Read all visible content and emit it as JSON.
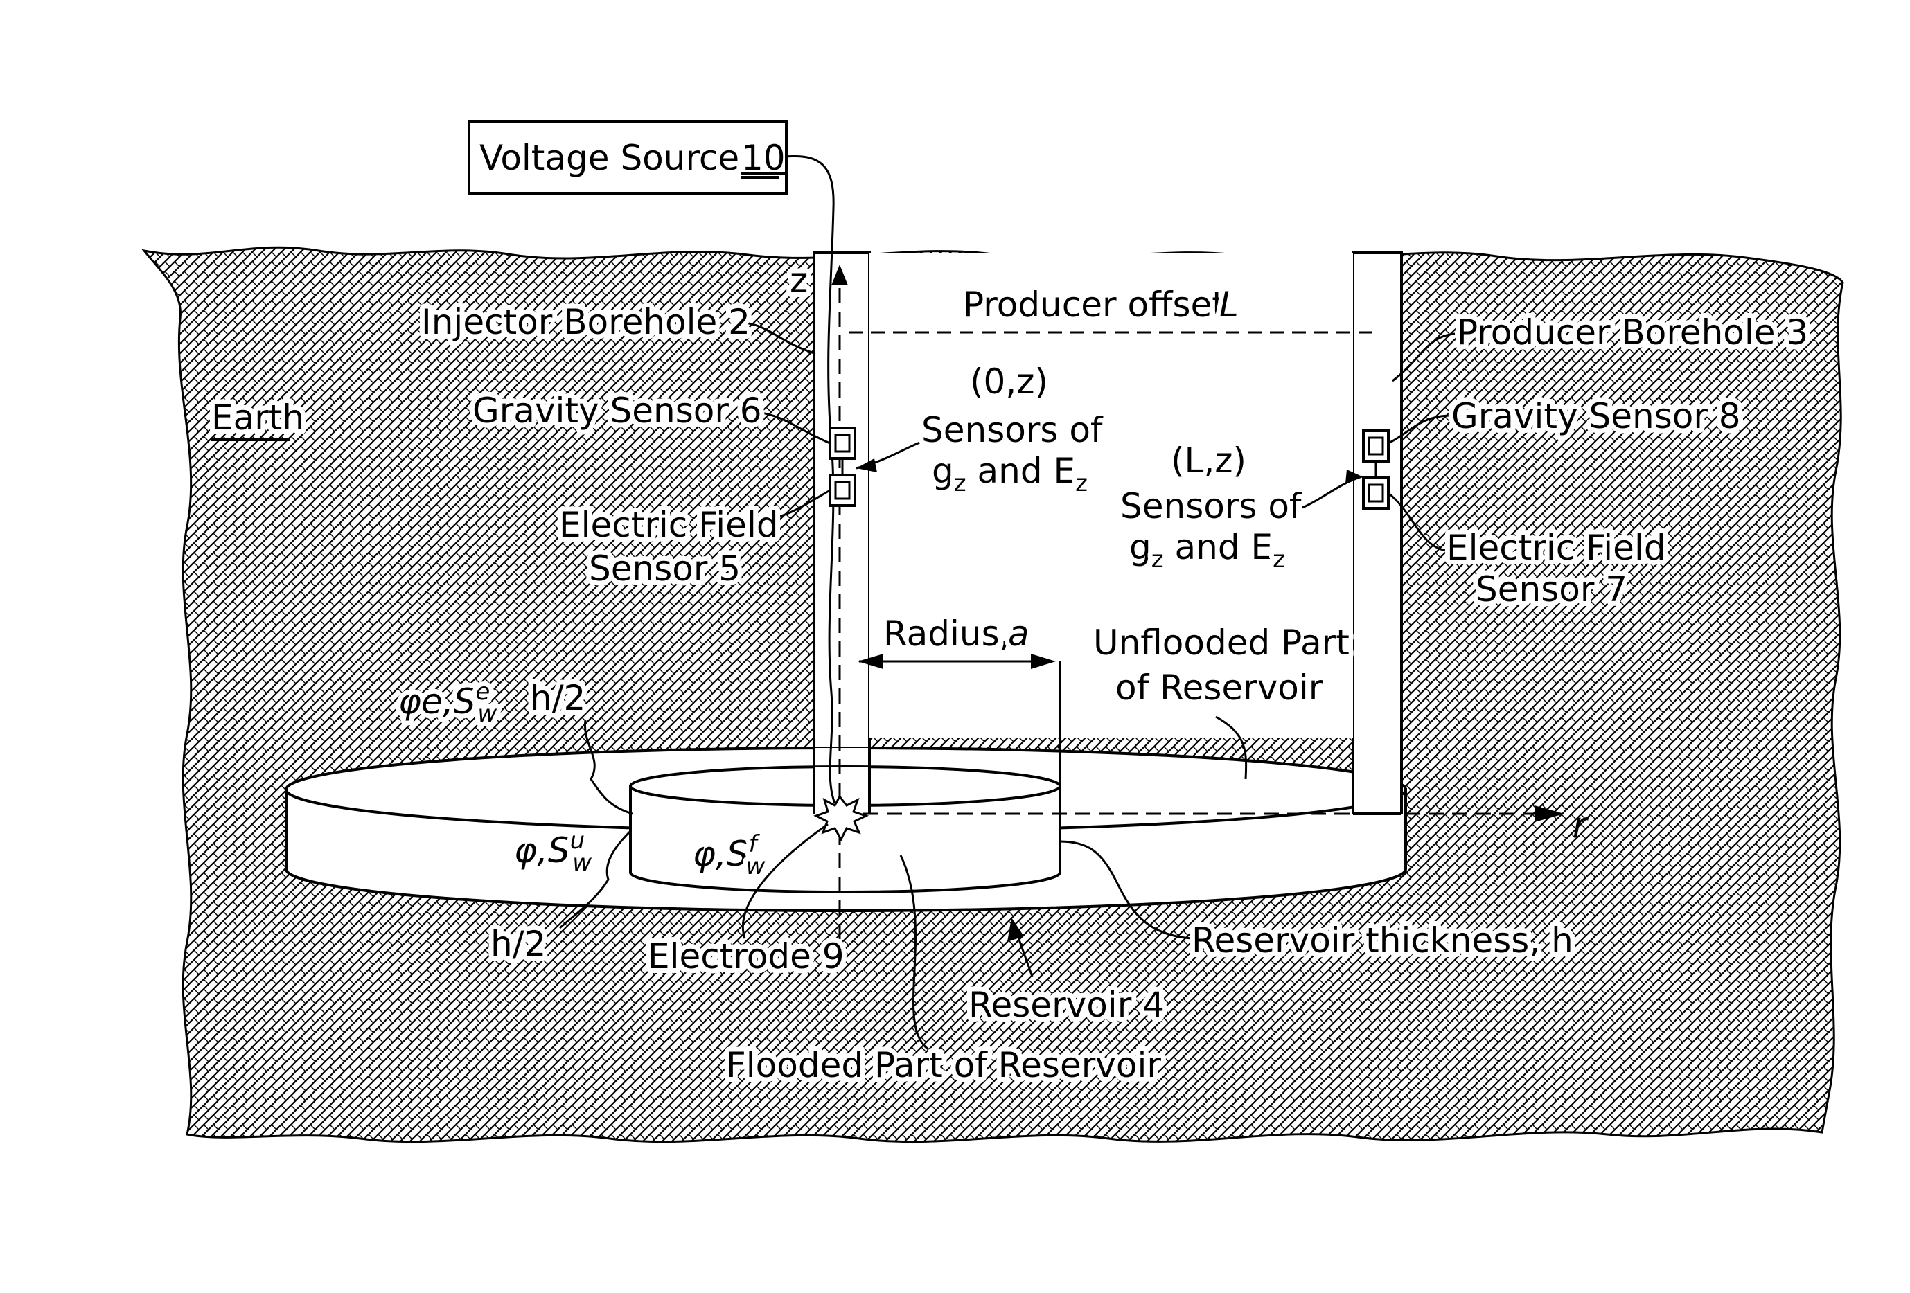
{
  "labels": {
    "voltage_source": "Voltage Source",
    "voltage_source_num": "10",
    "earth": "Earth",
    "z_axis": "z",
    "r_axis": "r",
    "injector_borehole": "Injector Borehole 2",
    "producer_offset": "Producer offset,",
    "producer_offset_symbol": "L",
    "producer_borehole": "Producer Borehole 3",
    "coord_injector": "(0,z)",
    "coord_producer": "(L,z)",
    "sensors_of": "Sensors of",
    "sensors_g": "g",
    "sensors_and_e": " and E",
    "sub_z": "z",
    "gravity_sensor_6": "Gravity Sensor 6",
    "gravity_sensor_8": "Gravity Sensor 8",
    "electric_field_5_line1": "Electric Field",
    "electric_field_5_line2": "Sensor 5",
    "electric_field_7_line1": "Electric Field",
    "electric_field_7_line2": "Sensor 7",
    "radius": "Radius,",
    "radius_symbol": "a",
    "unflooded_line1": "Unflooded Part",
    "unflooded_line2": "of Reservoir",
    "phi_e_label": "φe,S",
    "phi_e_super": "e",
    "phi_e_sub": "w",
    "h_half_upper": "h/2",
    "phi_u_label": "φ,S",
    "phi_u_super": "u",
    "phi_u_sub": "w",
    "phi_f_label": "φ,S",
    "phi_f_super": "f",
    "phi_f_sub": "w",
    "h_half_lower": "h/2",
    "electrode": "Electrode 9",
    "reservoir_thickness": "Reservoir thickness, h",
    "reservoir": "Reservoir 4",
    "flooded": "Flooded Part of Reservoir"
  },
  "colors": {
    "ink": "#000000",
    "paper": "#ffffff",
    "earth_hatch": "#000000"
  }
}
